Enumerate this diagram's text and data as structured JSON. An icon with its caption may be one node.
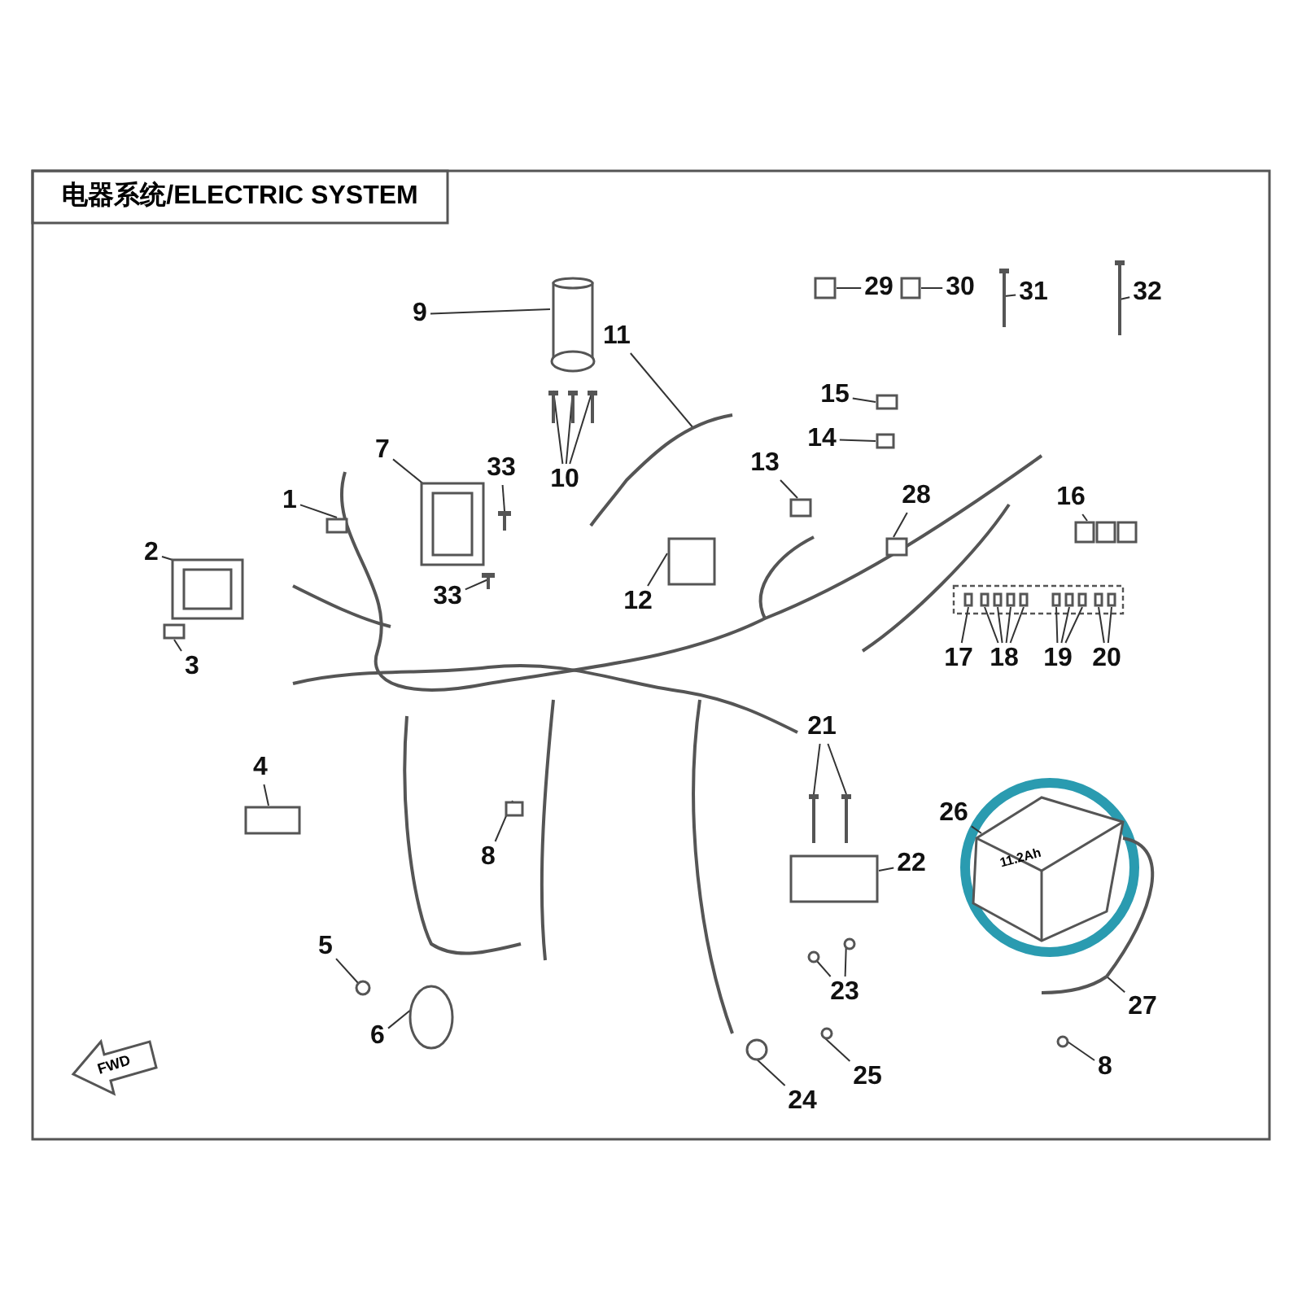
{
  "diagram": {
    "title": "电器系统/ELECTRIC SYSTEM",
    "nodes": [
      {
        "text": [
          "1"
        ]
      },
      {
        "text": [
          "2"
        ]
      },
      {
        "text": [
          "3"
        ]
      },
      {
        "text": [
          "4"
        ]
      },
      {
        "text": [
          "5"
        ]
      },
      {
        "text": [
          "6"
        ]
      },
      {
        "text": [
          "7"
        ]
      },
      {
        "text": [
          "8"
        ]
      },
      {
        "text": [
          "9"
        ]
      },
      {
        "text": [
          "10"
        ]
      },
      {
        "text": [
          "11"
        ]
      },
      {
        "text": [
          "12"
        ]
      },
      {
        "text": [
          "13"
        ]
      },
      {
        "text": [
          "14"
        ]
      },
      {
        "text": [
          "15"
        ]
      },
      {
        "text": [
          "16"
        ]
      },
      {
        "text": [
          "17"
        ]
      },
      {
        "text": [
          "18"
        ]
      },
      {
        "text": [
          "19"
        ]
      },
      {
        "text": [
          "20"
        ]
      },
      {
        "text": [
          "21"
        ]
      },
      {
        "text": [
          "22"
        ]
      },
      {
        "text": [
          "23"
        ]
      },
      {
        "text": [
          "24"
        ]
      },
      {
        "text": [
          "25"
        ]
      },
      {
        "text": [
          "26"
        ]
      },
      {
        "text": [
          "27"
        ]
      },
      {
        "text": [
          "28"
        ]
      },
      {
        "text": [
          "29"
        ]
      },
      {
        "text": [
          "30"
        ]
      },
      {
        "text": [
          "31"
        ]
      },
      {
        "text": [
          "32"
        ]
      },
      {
        "text": [
          "33"
        ]
      },
      {
        "text": [
          "33"
        ]
      },
      {
        "text": [
          "8"
        ]
      },
      {
        "text": [],
        "shape": "box"
      },
      {
        "text": [],
        "shape": "picture"
      },
      {
        "text": [],
        "shape": "box"
      },
      {
        "text": [],
        "shape": "box"
      },
      {
        "text": [],
        "shape": "circle"
      },
      {
        "text": [],
        "shape": "circle"
      },
      {
        "text": [],
        "shape": "picture"
      },
      {
        "text": [],
        "shape": "box"
      },
      {
        "text": [],
        "shape": "cylinder"
      },
      {
        "text": [],
        "shape": "picture"
      },
      {
        "text": [],
        "shape": "picture"
      },
      {
        "text": [],
        "shape": "picture"
      },
      {
        "text": [],
        "shape": "picture"
      },
      {
        "text": [],
        "shape": "box"
      },
      {
        "text": [],
        "shape": "box"
      },
      {
        "text": [],
        "shape": "box"
      },
      {
        "text": [],
        "shape": "box"
      },
      {
        "text": [],
        "shape": "picture"
      },
      {
        "text": [],
        "shape": "box"
      },
      {
        "text": [],
        "shape": "box"
      },
      {
        "text": [],
        "shape": "box"
      },
      {
        "text": [],
        "shape": "box"
      },
      {
        "text": [],
        "shape": "box"
      },
      {
        "text": [],
        "shape": "box"
      },
      {
        "text": [],
        "shape": "box"
      },
      {
        "text": [],
        "shape": "box"
      },
      {
        "text": [],
        "shape": "box"
      },
      {
        "text": [],
        "shape": "box"
      },
      {
        "text": [],
        "shape": "picture"
      },
      {
        "text": [],
        "shape": "picture"
      },
      {
        "text": [],
        "shape": "box"
      },
      {
        "text": [],
        "shape": "circle"
      },
      {
        "text": [],
        "shape": "circle"
      },
      {
        "text": [],
        "shape": "circle"
      },
      {
        "text": [],
        "shape": "circle"
      },
      {
        "text": [],
        "shape": "picture"
      },
      {
        "text": [],
        "shape": "picture"
      },
      {
        "text": [],
        "shape": "box"
      },
      {
        "text": [],
        "shape": "box"
      },
      {
        "text": [],
        "shape": "box"
      },
      {
        "text": [],
        "shape": "picture"
      },
      {
        "text": [],
        "shape": "picture"
      },
      {
        "text": [],
        "shape": "picture"
      },
      {
        "text": [],
        "shape": "picture"
      },
      {
        "text": [],
        "shape": "circle"
      }
    ],
    "edges": [
      {
        "from": 0,
        "to": 35,
        "arrow": "none"
      },
      {
        "from": 1,
        "to": 36,
        "arrow": "none"
      },
      {
        "from": 2,
        "to": 37,
        "arrow": "none"
      },
      {
        "from": 3,
        "to": 38,
        "arrow": "none"
      },
      {
        "from": 4,
        "to": 39,
        "arrow": "none"
      },
      {
        "from": 5,
        "to": 40,
        "arrow": "none"
      },
      {
        "from": 6,
        "to": 41,
        "arrow": "none"
      },
      {
        "from": 7,
        "to": 42,
        "arrow": "none"
      },
      {
        "from": 8,
        "to": 43,
        "arrow": "none"
      },
      {
        "from": 9,
        "to": 44,
        "arrow": "none"
      },
      {
        "from": 9,
        "to": 45,
        "arrow": "none"
      },
      {
        "from": 9,
        "to": 46,
        "arrow": "none"
      },
      {
        "from": 10,
        "to": 47,
        "arrow": "none"
      },
      {
        "from": 11,
        "to": 48,
        "arrow": "none"
      },
      {
        "from": 12,
        "to": 49,
        "arrow": "none"
      },
      {
        "from": 13,
        "to": 50,
        "arrow": "none"
      },
      {
        "from": 14,
        "to": 51,
        "arrow": "none"
      },
      {
        "from": 15,
        "to": 52,
        "arrow": "none"
      },
      {
        "from": 16,
        "to": 53,
        "arrow": "none"
      },
      {
        "from": 17,
        "to": 54,
        "arrow": "none"
      },
      {
        "from": 17,
        "to": 55,
        "arrow": "none"
      },
      {
        "from": 17,
        "to": 56,
        "arrow": "none"
      },
      {
        "from": 17,
        "to": 57,
        "arrow": "none"
      },
      {
        "from": 18,
        "to": 58,
        "arrow": "none"
      },
      {
        "from": 18,
        "to": 59,
        "arrow": "none"
      },
      {
        "from": 18,
        "to": 60,
        "arrow": "none"
      },
      {
        "from": 19,
        "to": 61,
        "arrow": "none"
      },
      {
        "from": 19,
        "to": 62,
        "arrow": "none"
      },
      {
        "from": 20,
        "to": 63,
        "arrow": "none"
      },
      {
        "from": 20,
        "to": 64,
        "arrow": "none"
      },
      {
        "from": 21,
        "to": 65,
        "arrow": "none"
      },
      {
        "from": 22,
        "to": 66,
        "arrow": "none"
      },
      {
        "from": 22,
        "to": 67,
        "arrow": "none"
      },
      {
        "from": 23,
        "to": 68,
        "arrow": "none"
      },
      {
        "from": 24,
        "to": 69,
        "arrow": "none"
      },
      {
        "from": 25,
        "to": 70,
        "arrow": "none"
      },
      {
        "from": 26,
        "to": 71,
        "arrow": "none"
      },
      {
        "from": 27,
        "to": 72,
        "arrow": "none"
      },
      {
        "from": 28,
        "to": 73,
        "arrow": "none"
      },
      {
        "from": 29,
        "to": 74,
        "arrow": "none"
      },
      {
        "from": 30,
        "to": 75,
        "arrow": "none"
      },
      {
        "from": 31,
        "to": 76,
        "arrow": "none"
      },
      {
        "from": 32,
        "to": 77,
        "arrow": "none"
      },
      {
        "from": 33,
        "to": 78,
        "arrow": "none"
      },
      {
        "from": 34,
        "to": 79,
        "arrow": "none"
      }
    ],
    "labels": [
      "11.2Ah",
      "FWD"
    ]
  }
}
